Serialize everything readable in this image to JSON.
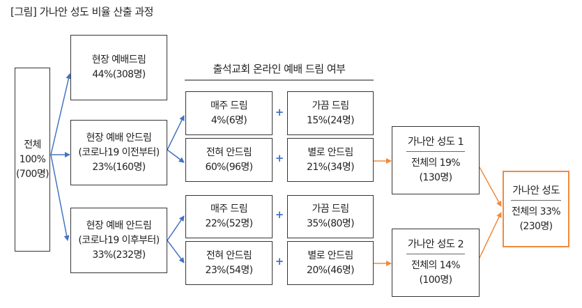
{
  "title": "[그림] 가나안 성도 비율 산출 과정",
  "colors": {
    "blue_arrow": "#4472C4",
    "orange_arrow": "#F08A3C",
    "border": "#333333"
  },
  "total": {
    "label": "전체",
    "percent": "100%",
    "count": "(700명)"
  },
  "level1": [
    {
      "label": "현장 예배드림",
      "sub": "",
      "value": "44%(308명)"
    },
    {
      "label": "현장 예배 안드림",
      "sub": "(코로나19 이전부터)",
      "value": "23%(160명)"
    },
    {
      "label": "현장 예배 안드림",
      "sub": "(코로나19 이후부터)",
      "value": "33%(232명)"
    }
  ],
  "online_header": "출석교회 온라인 예배 드림 여부",
  "plus_sign": "+",
  "groups": [
    {
      "weekly": {
        "label": "매주 드림",
        "value": "4%(6명)"
      },
      "sometimes": {
        "label": "가끔 드림",
        "value": "15%(24명)"
      },
      "never": {
        "label": "전혀 안드림",
        "value": "60%(96명)"
      },
      "rarely": {
        "label": "별로 안드림",
        "value": "21%(34명)"
      }
    },
    {
      "weekly": {
        "label": "매주 드림",
        "value": "22%(52명)"
      },
      "sometimes": {
        "label": "가끔 드림",
        "value": "35%(80명)"
      },
      "never": {
        "label": "전혀 안드림",
        "value": "23%(54명)"
      },
      "rarely": {
        "label": "별로 안드림",
        "value": "20%(46명)"
      }
    }
  ],
  "canaan": [
    {
      "title": "가나안 성도 1",
      "share": "전체의 19%",
      "count": "(130명)"
    },
    {
      "title": "가나안 성도 2",
      "share": "전체의 14%",
      "count": "(100명)"
    }
  ],
  "final": {
    "title": "가나안 성도",
    "share": "전체의 33%",
    "count": "(230명)"
  }
}
